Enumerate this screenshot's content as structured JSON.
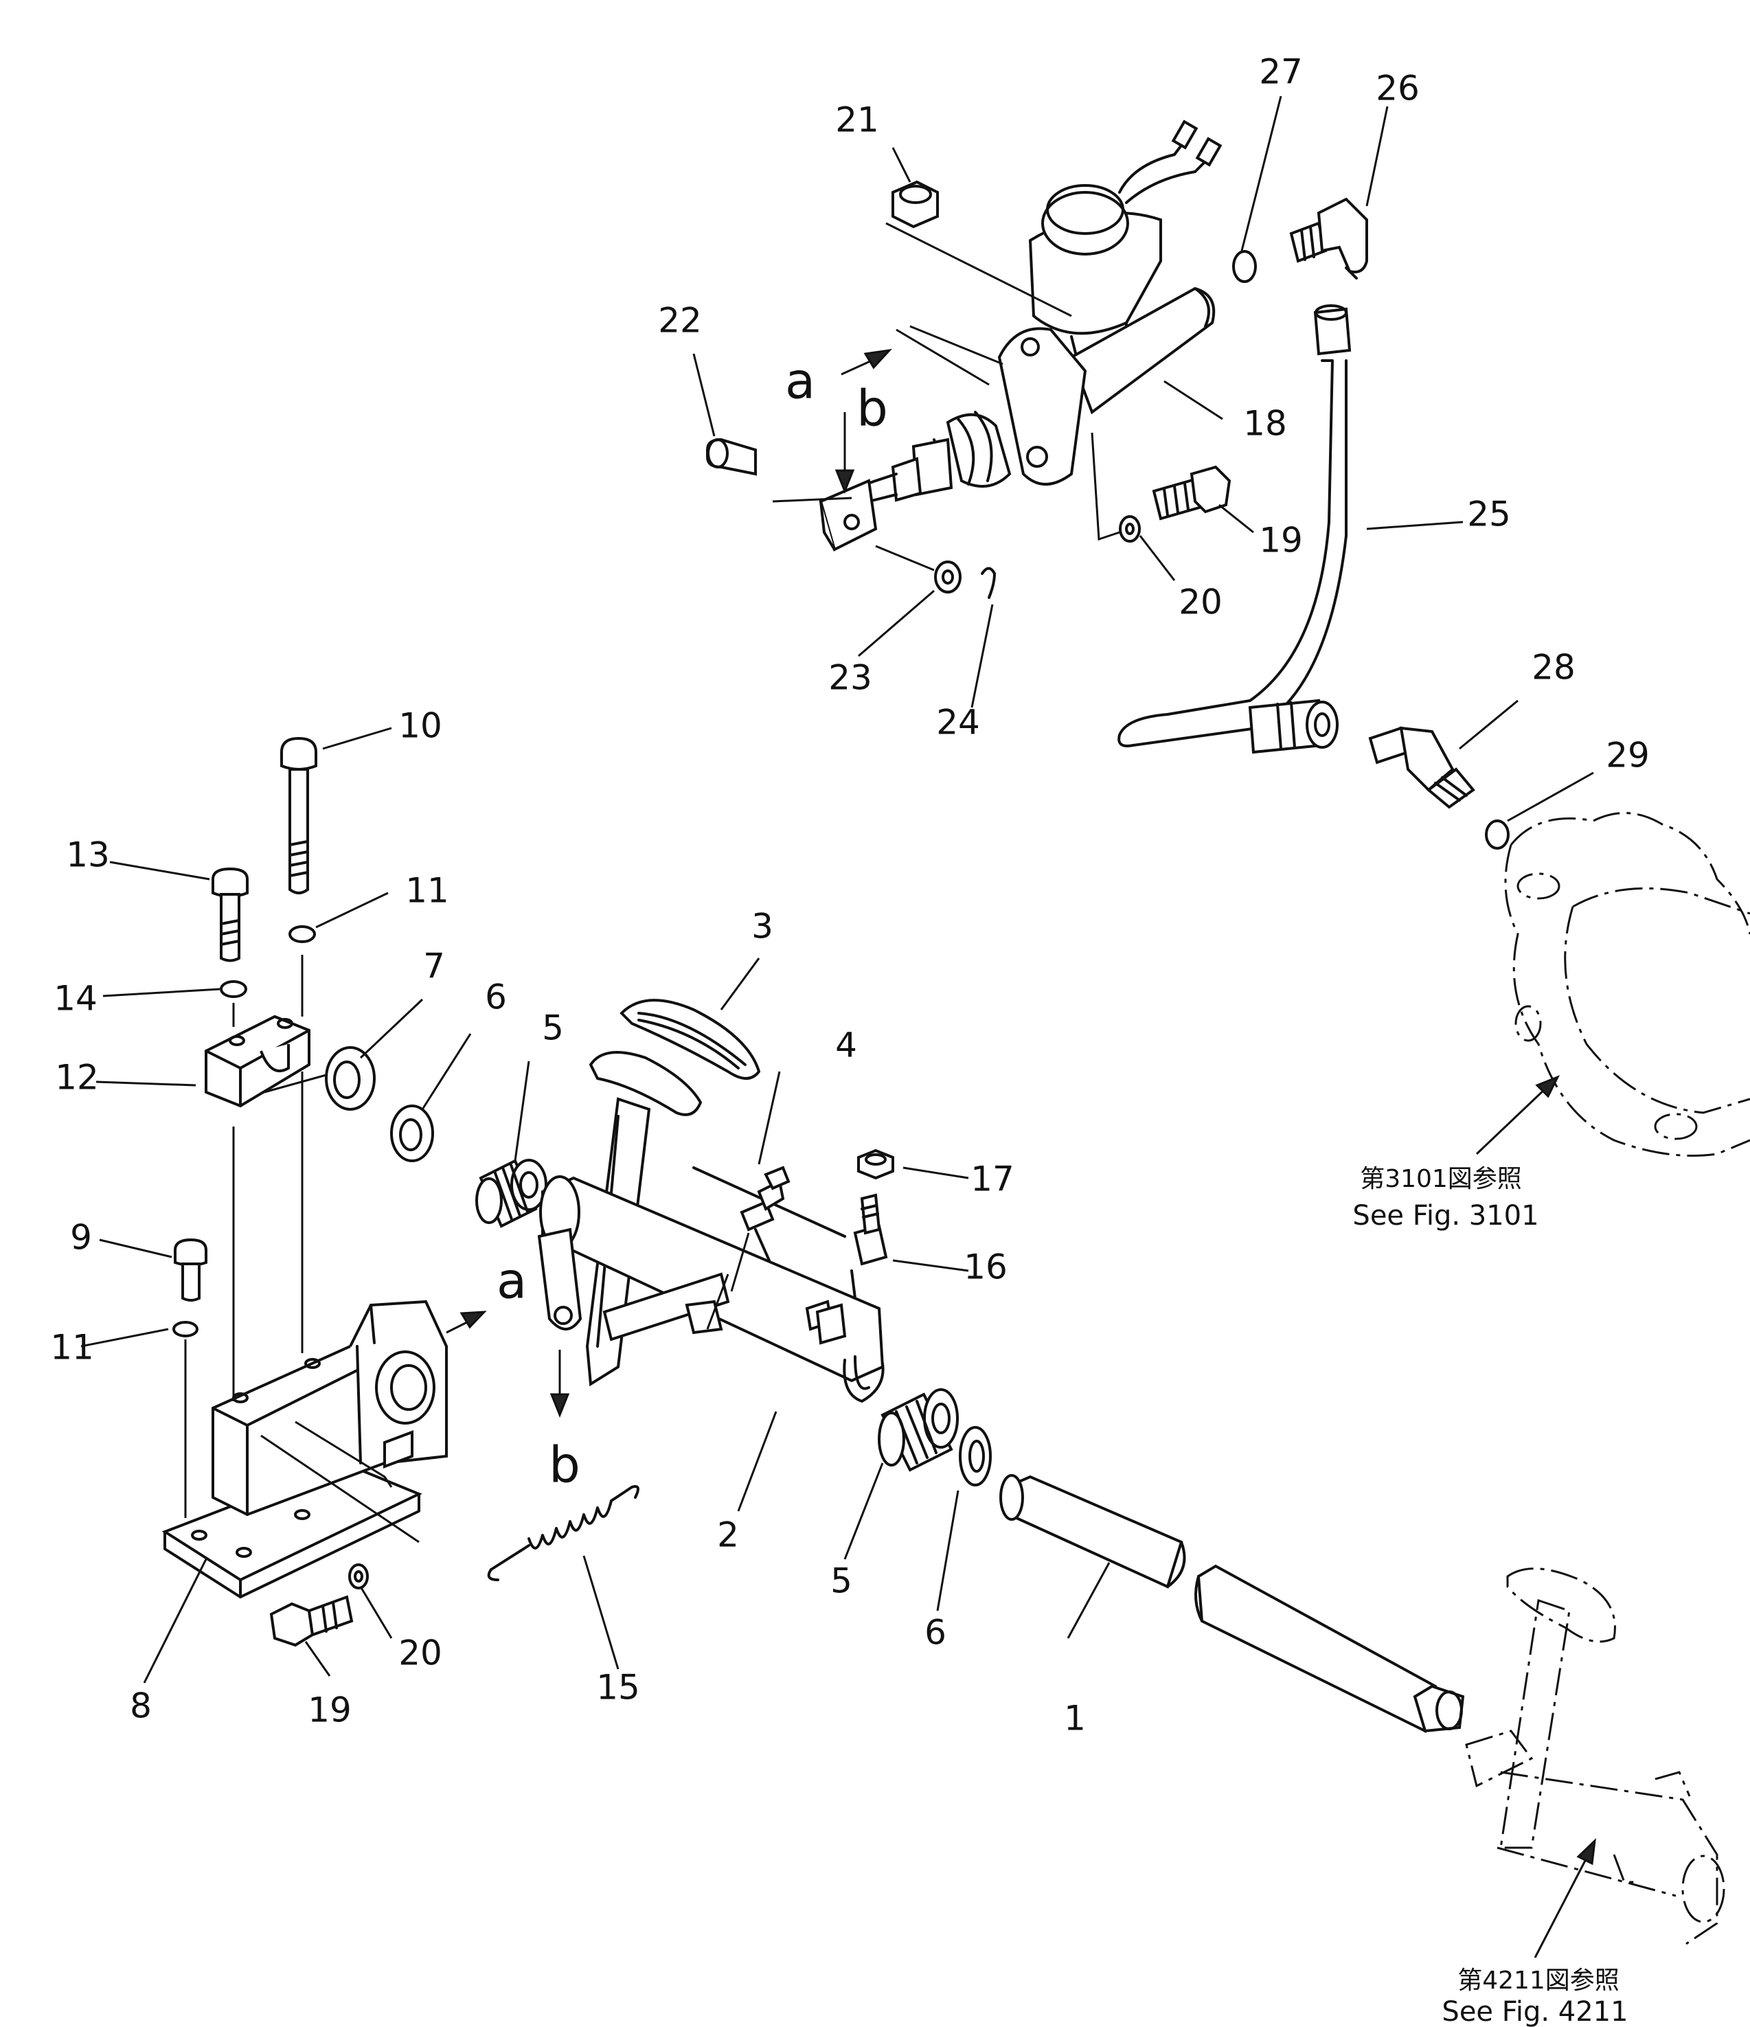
{
  "callouts": [
    {
      "id": "c1",
      "text": "1"
    },
    {
      "id": "c2",
      "text": "2"
    },
    {
      "id": "c3",
      "text": "3"
    },
    {
      "id": "c4",
      "text": "4"
    },
    {
      "id": "c5a",
      "text": "5"
    },
    {
      "id": "c5b",
      "text": "5"
    },
    {
      "id": "c6a",
      "text": "6"
    },
    {
      "id": "c6b",
      "text": "6"
    },
    {
      "id": "c7",
      "text": "7"
    },
    {
      "id": "c8",
      "text": "8"
    },
    {
      "id": "c9",
      "text": "9"
    },
    {
      "id": "c10",
      "text": "10"
    },
    {
      "id": "c11a",
      "text": "11"
    },
    {
      "id": "c11b",
      "text": "11"
    },
    {
      "id": "c12",
      "text": "12"
    },
    {
      "id": "c13",
      "text": "13"
    },
    {
      "id": "c14",
      "text": "14"
    },
    {
      "id": "c15",
      "text": "15"
    },
    {
      "id": "c16",
      "text": "16"
    },
    {
      "id": "c17",
      "text": "17"
    },
    {
      "id": "c18",
      "text": "18"
    },
    {
      "id": "c19a",
      "text": "19"
    },
    {
      "id": "c19b",
      "text": "19"
    },
    {
      "id": "c20a",
      "text": "20"
    },
    {
      "id": "c20b",
      "text": "20"
    },
    {
      "id": "c21",
      "text": "21"
    },
    {
      "id": "c22",
      "text": "22"
    },
    {
      "id": "c23",
      "text": "23"
    },
    {
      "id": "c24",
      "text": "24"
    },
    {
      "id": "c25",
      "text": "25"
    },
    {
      "id": "c26",
      "text": "26"
    },
    {
      "id": "c27",
      "text": "27"
    },
    {
      "id": "c28",
      "text": "28"
    },
    {
      "id": "c29",
      "text": "29"
    }
  ],
  "markers": {
    "a_top": "a",
    "b_top": "b",
    "a_bottom": "a",
    "b_bottom": "b"
  },
  "references": {
    "fig3101_jp": "第3101図参照",
    "fig3101_en": "See Fig. 3101",
    "fig4211_jp": "第4211図参照",
    "fig4211_en": "See Fig. 4211"
  }
}
